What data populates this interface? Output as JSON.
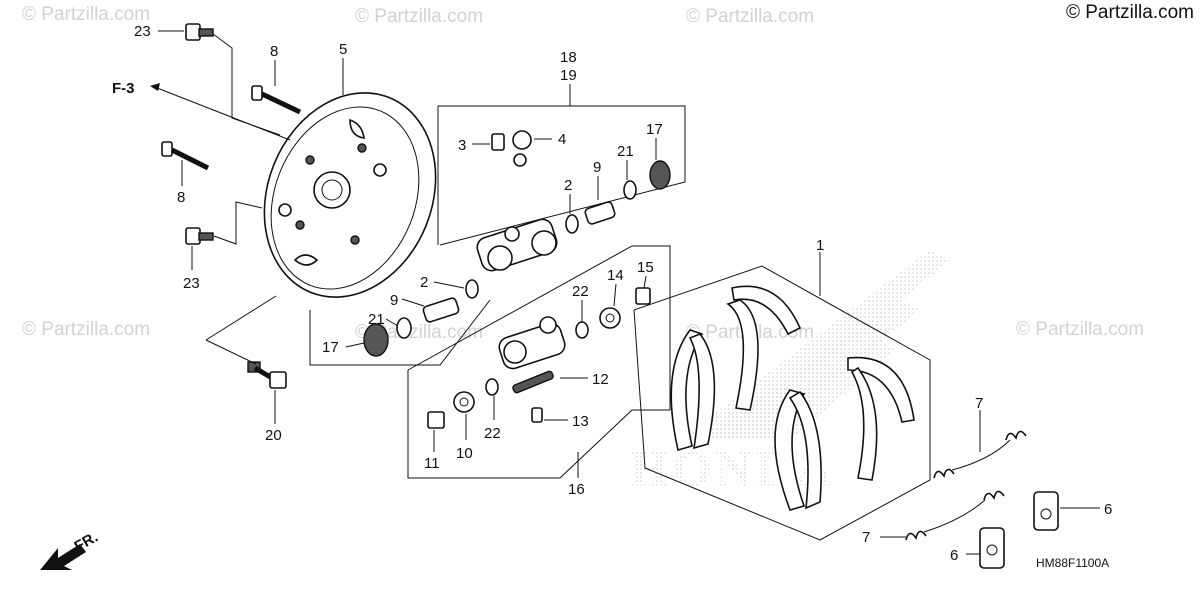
{
  "copyright": "© Partzilla.com",
  "watermark": "© Partzilla.com",
  "diagram_code": "HM88F1100A",
  "ref_f3": "F-3",
  "fr_label": "FR.",
  "brand_watermark": "HONDA",
  "callouts": {
    "n1": "1",
    "n2a": "2",
    "n2b": "2",
    "n3": "3",
    "n4": "4",
    "n5": "5",
    "n6a": "6",
    "n6b": "6",
    "n7a": "7",
    "n7b": "7",
    "n8a": "8",
    "n8b": "8",
    "n9a": "9",
    "n9b": "9",
    "n10": "10",
    "n11": "11",
    "n12": "12",
    "n13": "13",
    "n14": "14",
    "n15": "15",
    "n16": "16",
    "n17a": "17",
    "n17b": "17",
    "n18": "18",
    "n19": "19",
    "n20": "20",
    "n21a": "21",
    "n21b": "21",
    "n22a": "22",
    "n22b": "22",
    "n23a": "23",
    "n23b": "23"
  }
}
